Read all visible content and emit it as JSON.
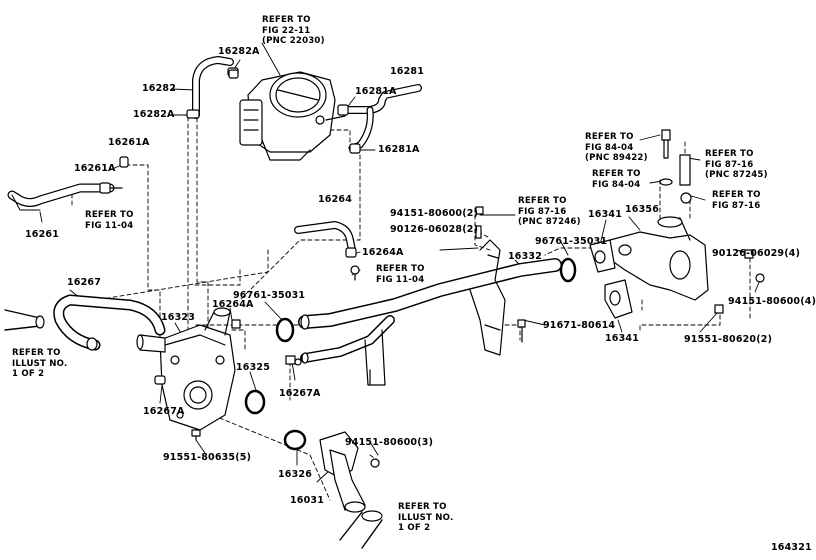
{
  "colors": {
    "ink": "#000000",
    "background": "#ffffff"
  },
  "labels": {
    "refer_22_11": "REFER TO\nFIG 22-11\n(PNC 22030)",
    "p16282A_top": "16282A",
    "p16282": "16282",
    "p16282A_mid": "16282A",
    "p16281": "16281",
    "p16281A_top": "16281A",
    "p16281A_bot": "16281A",
    "p16261A_top": "16261A",
    "p16261A_mid": "16261A",
    "refer_11_04_left": "REFER TO\nFIG 11-04",
    "p16261": "16261",
    "p16264": "16264",
    "p16264A_right": "16264A",
    "refer_11_04_mid": "REFER TO\nFIG 11-04",
    "p16267": "16267",
    "p96761_left": "96761-35031",
    "p16264A_left": "16264A",
    "p16323": "16323",
    "refer_illust_left": "REFER TO\nILLUST NO.\n1 OF 2",
    "p16325": "16325",
    "p16267A_right": "16267A",
    "p16267A_left": "16267A",
    "p91551_80635": "91551-80635(5)",
    "p94151_80600_3": "94151-80600(3)",
    "p16326": "16326",
    "p16031": "16031",
    "refer_illust_bottom": "REFER TO\nILLUST NO.\n1 OF 2",
    "p94151_80600_2": "94151-80600(2)",
    "p90126_06028": "90126-06028(2)",
    "refer_87_16_mid": "REFER TO\nFIG 87-16\n(PNC 87246)",
    "p96761_right": "96761-35031",
    "p16332": "16332",
    "p91671_80614": "91671-80614",
    "p16341_top": "16341",
    "p16356": "16356",
    "p16341_bot": "16341",
    "refer_84_04_pnc": "REFER TO\nFIG 84-04\n(PNC 89422)",
    "refer_84_04": "REFER TO\nFIG 84-04",
    "refer_87_16_pnc": "REFER TO\nFIG 87-16\n(PNC 87245)",
    "refer_87_16": "REFER TO\nFIG 87-16",
    "p90126_06029": "90126-06029(4)",
    "p94151_80600_4": "94151-80600(4)",
    "p91551_80620": "91551-80620(2)",
    "illustration_number": "164321"
  }
}
